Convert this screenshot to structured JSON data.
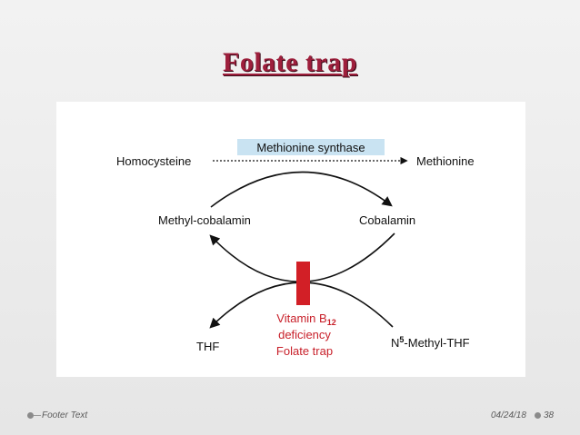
{
  "slide": {
    "title": "Folate trap",
    "footer_text": "Footer Text",
    "footer_date": "04/24/18",
    "page_number": "38"
  },
  "diagram": {
    "enzyme": "Methionine synthase",
    "homocysteine": "Homocysteine",
    "methionine": "Methionine",
    "methyl_cobalamin": "Methyl-cobalamin",
    "cobalamin": "Cobalamin",
    "thf": "THF",
    "methyl_thf_prefix": "N",
    "methyl_thf_superscript": "5",
    "methyl_thf_suffix": "-Methyl-THF",
    "deficiency_line1_prefix": "Vitamin B",
    "deficiency_line1_subscript": "12",
    "deficiency_line2": "deficiency",
    "deficiency_line3": "Folate trap",
    "colors": {
      "enzyme_box": "#c9e3f2",
      "block_bar": "#d21f26",
      "deficiency_text": "#c8202a",
      "title": "#9e1f3c"
    }
  }
}
